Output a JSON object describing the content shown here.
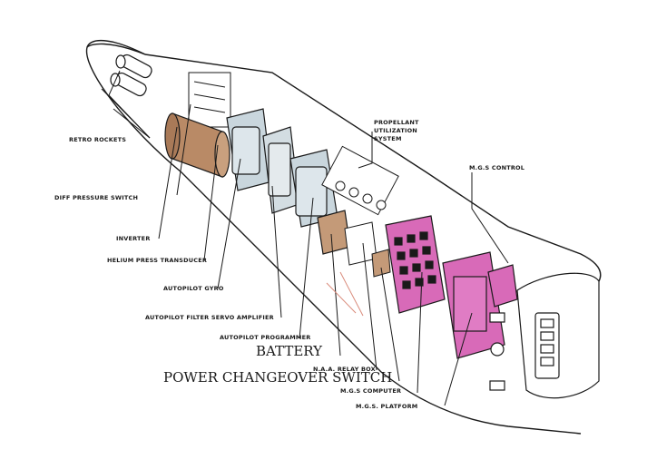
{
  "labels": {
    "retro_rockets": "RETRO ROCKETS",
    "diff_pressure_switch": "DIFF PRESSURE SWITCH",
    "inverter": "INVERTER",
    "helium_press_transducer": "HELIUM PRESS TRANSDUCER",
    "autopilot_gyro": "AUTOPILOT GYRO",
    "autopilot_filter_servo_amplifier": "AUTOPILOT FILTER SERVO AMPLIFIER",
    "autopilot_programmer": "AUTOPILOT PROGRAMMER",
    "battery": "BATTERY",
    "naa_relay_box": "N.A.A. RELAY BOX",
    "power_changeover_switch": "POWER CHANGEOVER SWITCH",
    "mgs_computer": "M.G.S COMPUTER",
    "mgs_platform": "M.G.S. PLATFORM",
    "propellant_utilization_line1": "PROPELLANT",
    "propellant_utilization_line2": "UTILIZATION",
    "propellant_utilization_line3": "SYSTEM",
    "mgs_control": "M.G.S CONTROL"
  },
  "colors": {
    "ink": "#1a1a1a",
    "inverter_brown": "#b98a66",
    "battery_brown": "#c49a78",
    "gyro_blue": "#c9d6dd",
    "mgs_magenta": "#d86ab8",
    "leader_red": "#d98a7a"
  }
}
